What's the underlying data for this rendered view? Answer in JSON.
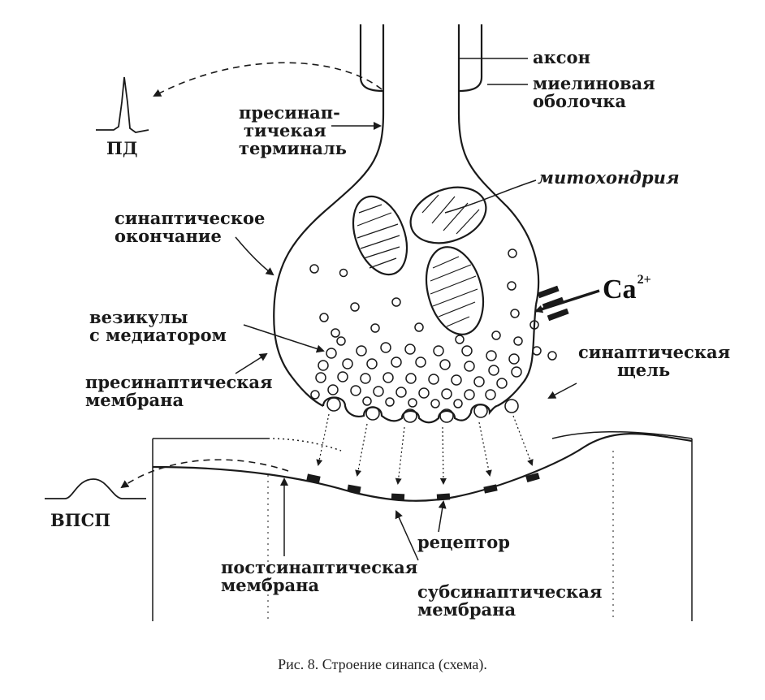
{
  "labels": {
    "axon": "аксон",
    "myelin_1": "миелиновая",
    "myelin_2": "оболочка",
    "terminal_1": "пресинап-",
    "terminal_2": "тичекая",
    "terminal_3": "терминаль",
    "action_potential": "ПД",
    "mitochondria": "митохондрия",
    "ending_1": "синаптическое",
    "ending_2": "окончание",
    "calcium_symbol": "Ca",
    "calcium_charge": "2+",
    "vesicles_1": "везикулы",
    "vesicles_2": "с медиатором",
    "cleft_1": "синаптическая",
    "cleft_2": "щель",
    "presyn_membrane_1": "пресинаптическая",
    "presyn_membrane_2": "мембрана",
    "epsp": "ВПСП",
    "receptor": "рецептор",
    "postsyn_membrane_1": "постсинаптическая",
    "postsyn_membrane_2": "мембрана",
    "subsyn_membrane_1": "субсинаптическая",
    "subsyn_membrane_2": "мембрана"
  },
  "caption": "Рис. 8. Строение синапса (схема).",
  "colors": {
    "ink": "#1a1a1a",
    "background": "#ffffff"
  }
}
